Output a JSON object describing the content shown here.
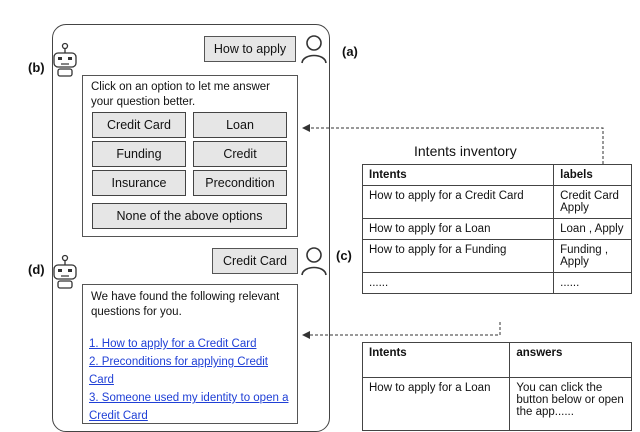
{
  "labels": {
    "a": "(a)",
    "b": "(b)",
    "c": "(c)",
    "d": "(d)"
  },
  "user_messages": [
    "How to apply",
    "Credit Card"
  ],
  "options_panel": {
    "prompt": "Click on an option to let me answer your question better.",
    "options": [
      "Credit Card",
      "Loan",
      "Funding",
      "Credit",
      "Insurance",
      "Precondition"
    ],
    "none_option": "None of the above options"
  },
  "answer_panel": {
    "intro": "We have found the following relevant questions for you.",
    "links": [
      "1. How to apply for a Credit Card",
      "2. Preconditions for applying Credit Card",
      "3. Someone used my identity to open a Credit Card"
    ]
  },
  "inventory": {
    "title": "Intents inventory",
    "headers": [
      "Intents",
      "labels"
    ],
    "rows": [
      [
        "How to apply for a Credit Card",
        "Credit Card Apply"
      ],
      [
        "How to apply for a Loan",
        "Loan , Apply"
      ],
      [
        "How to apply for a Funding",
        "Funding , Apply"
      ],
      [
        "......",
        "......"
      ]
    ]
  },
  "answers_table": {
    "headers": [
      "Intents",
      "answers"
    ],
    "rows": [
      [
        "How to apply for a Loan",
        "You can click the button below or open the app......"
      ]
    ]
  },
  "colors": {
    "link": "#1f3fd6",
    "button_bg": "#e6e6e6",
    "border": "#444444"
  }
}
